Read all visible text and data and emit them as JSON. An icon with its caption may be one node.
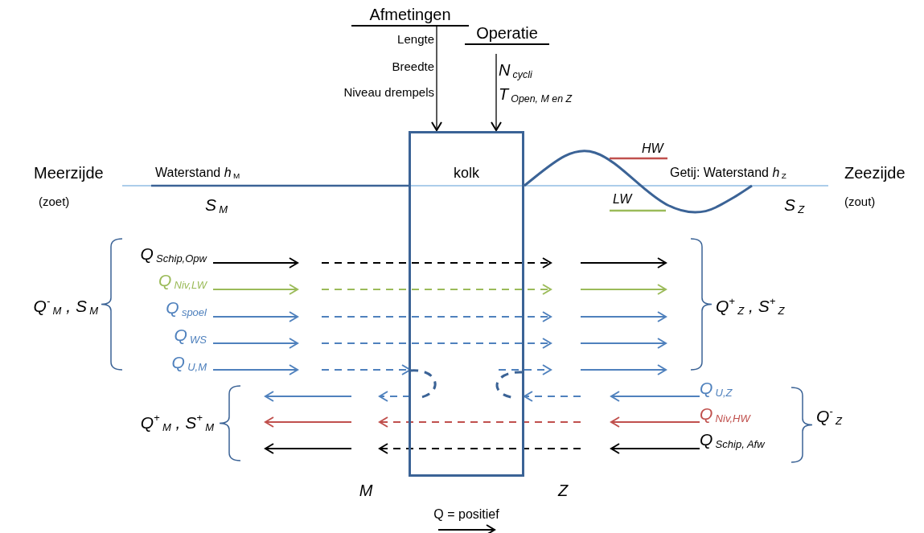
{
  "diagram": {
    "nodes": [
      {
        "text": [
          "Afmetingen",
          "Lengte",
          "Breedte",
          "Niveau drempels"
        ]
      },
      {
        "text": [
          "Operatie",
          "N$_{cycli}$",
          "T$_{Open, M en Z}$"
        ]
      },
      {
        "text": [
          "kolk"
        ]
      }
    ],
    "edges": [
      {
        "from": 0,
        "to": 2,
        "arrow": "to"
      },
      {
        "from": 1,
        "to": 2,
        "arrow": "to"
      }
    ],
    "labels": [
      "HW",
      "Meerzijde",
      "Waterstand *h*$_{M}$",
      "Getij: Waterstand *h*$_{Z}$",
      "Zeezijde",
      "(zoet)",
      "S$_{M}$",
      "LW",
      "S$_{Z}$",
      "(zout)",
      "Q$_{Schip,Opw}$",
      "Q$_{Niv,LW}$",
      "Q$^{-}$$_{M}$ , S$_{M}$",
      "Q$_{spoel}$",
      "Q$^{+}$$_{Z}$ , S$^{+}$$_{Z}$",
      "Q$_{WS}$",
      "Q$_{U,M}$",
      "Q$_{U,Z}$",
      "Q$^{+}$$_{M}$ , S$^{+}$$_{M}$",
      "Q$_{Niv,HW}$",
      "Q$^{-}$$_{Z}$",
      "Q$_{Schip, Afw}$",
      "M",
      "Z",
      "Q = positief"
    ]
  }
}
